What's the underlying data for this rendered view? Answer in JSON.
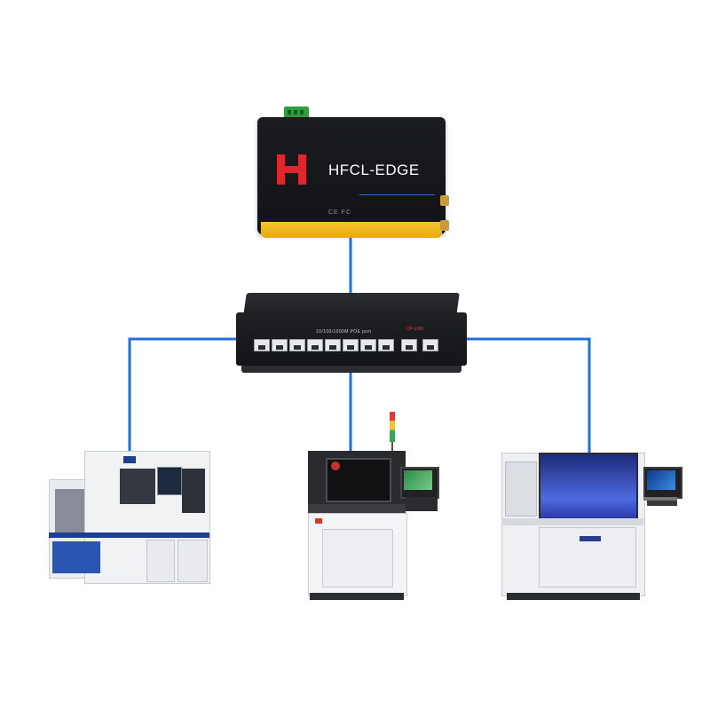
{
  "diagram": {
    "colors": {
      "link": "#1f6fe0",
      "accent_red": "#e0262d",
      "accent_yellow": "#f2b51c"
    },
    "gateway": {
      "brand": "HFCL-EDGE",
      "marks": "CE FC",
      "logo_icon": "hfcl-logo-icon"
    },
    "switch": {
      "port_label": "10/100/1000M POE port",
      "uplink_label": "UP-LINK",
      "port_count": 8,
      "uplink_count": 2
    },
    "machines": [
      {
        "name": "left",
        "icon": "automation-machine-icon"
      },
      {
        "name": "center",
        "icon": "inspection-machine-icon"
      },
      {
        "name": "right",
        "icon": "stencil-printer-icon"
      }
    ]
  }
}
